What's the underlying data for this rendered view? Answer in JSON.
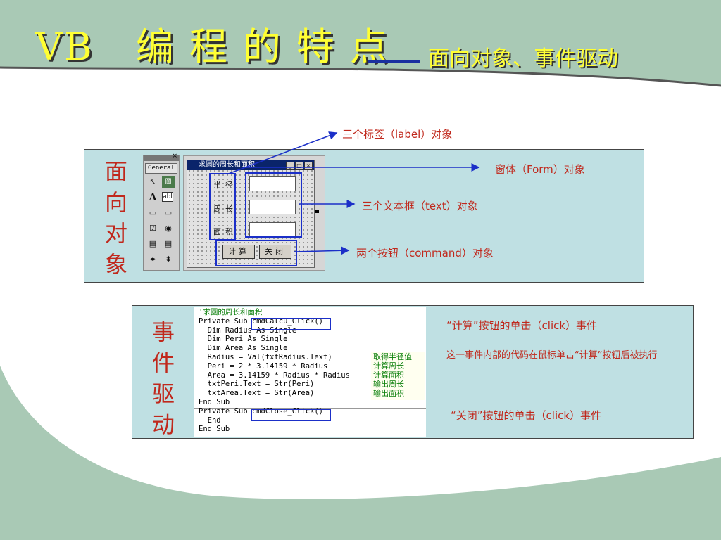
{
  "title": {
    "prefix": "VB",
    "chars": [
      "编",
      "程",
      "的",
      "特",
      "点"
    ],
    "subtitle": "面向对象、事件驱动"
  },
  "object_panel": {
    "vertical_label": [
      "面",
      "向",
      "对",
      "象"
    ],
    "toolbox": {
      "general": "General",
      "tools": [
        "↖",
        "圖",
        "A",
        "abl",
        "▭",
        "▭",
        "☑",
        "◉",
        "▤",
        "▤",
        "◂▸",
        "⬍"
      ]
    },
    "form": {
      "title": "求圆的周长和面积",
      "labels": [
        "半径",
        "周长",
        "面积"
      ],
      "buttons": [
        "计算",
        "关闭"
      ],
      "win_buttons": [
        "_",
        "□",
        "×"
      ]
    },
    "annotations": {
      "labels": "三个标签（label）对象",
      "form": "窗体（Form）对象",
      "textboxes": "三个文本框（text）对象",
      "buttons": "两个按钮（command）对象"
    }
  },
  "event_panel": {
    "vertical_label": [
      "事",
      "件",
      "驱",
      "动"
    ],
    "code_lines": [
      {
        "text": "'求圆的周长和面积",
        "type": "comment"
      },
      {
        "text": "Private Sub cmdCalcu_Click()",
        "type": "code"
      },
      {
        "text": "  Dim Radius As Single",
        "type": "code"
      },
      {
        "text": "  Dim Peri As Single",
        "type": "code"
      },
      {
        "text": "  Dim Area As Single",
        "type": "code"
      },
      {
        "text": "  Radius = Val(txtRadius.Text)",
        "type": "code"
      },
      {
        "text": "  Peri = 2 * 3.14159 * Radius",
        "type": "code"
      },
      {
        "text": "  Area = 3.14159 * Radius * Radius",
        "type": "code"
      },
      {
        "text": "  txtPeri.Text = Str(Peri)",
        "type": "code"
      },
      {
        "text": "  txtArea.Text = Str(Area)",
        "type": "code"
      },
      {
        "text": "End Sub",
        "type": "code"
      },
      {
        "text": "Private Sub cmdClose_Click()",
        "type": "code"
      },
      {
        "text": "  End",
        "type": "code"
      },
      {
        "text": "End Sub",
        "type": "code"
      }
    ],
    "comments": [
      "'取得半径值",
      "'计算周长",
      "'计算面积",
      "'输出周长",
      "'输出面积"
    ],
    "annotations": {
      "calc_click": "“计算”按钮的单击（click）事件",
      "calc_desc": "这一事件内部的代码在鼠标单击“计算”按钮后被执行",
      "close_click": "“关闭”按钮的单击（click）事件"
    }
  }
}
